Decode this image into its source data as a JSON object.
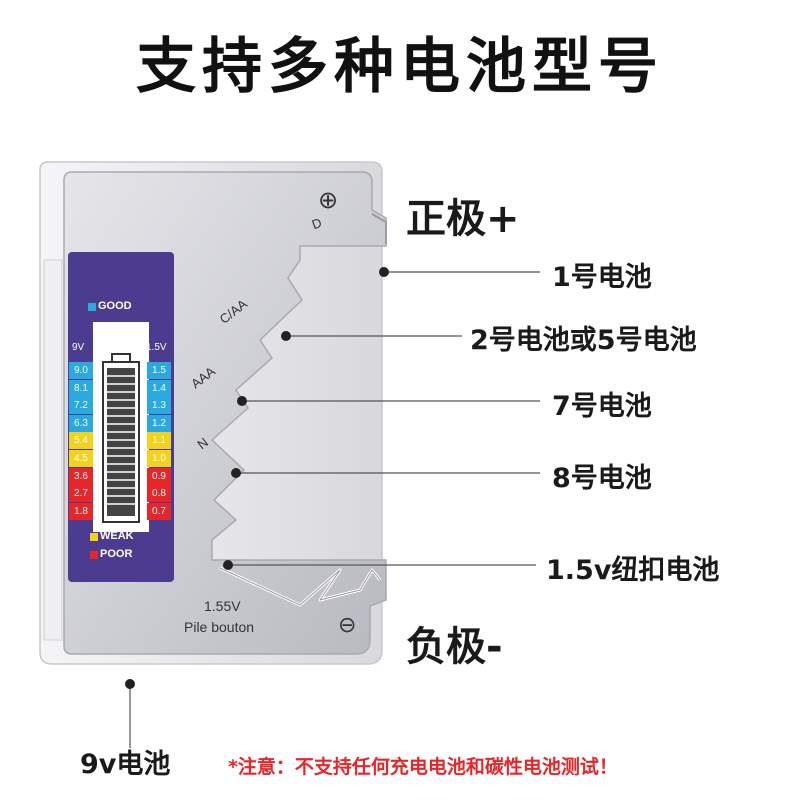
{
  "title": "支持多种电池型号",
  "device": {
    "panel": {
      "good": "GOOD",
      "weak": "WEAK",
      "poor": "POOR",
      "left_header": "9V",
      "right_header": "1.5V",
      "left_scale": [
        "9.0",
        "8.1",
        "7.2",
        "6.3",
        "5.4",
        "4.5",
        "3.6",
        "2.7",
        "1.8"
      ],
      "right_scale": [
        "1.5",
        "1.4",
        "1.3",
        "1.2",
        "1.1",
        "1.0",
        "0.9",
        "0.8",
        "0.7"
      ],
      "scale_colors": [
        "#29a9e0",
        "#29a9e0",
        "#29a9e0",
        "#29a9e0",
        "#f2d21b",
        "#f2d21b",
        "#e8262a",
        "#e8262a",
        "#e8262a"
      ]
    },
    "slot_labels": {
      "d": "D",
      "caa": "C/AA",
      "aaa": "AAA",
      "n": "N"
    },
    "button_text": {
      "voltage": "1.55V",
      "name": "Pile bouton"
    },
    "plus_symbol": "⊕",
    "minus_symbol": "⊖"
  },
  "callouts": {
    "positive": "正极+",
    "negative": "负极-",
    "battery_1": "1号电池",
    "battery_2_5": "2号电池或5号电池",
    "battery_7": "7号电池",
    "battery_8": "8号电池",
    "button_cell": "1.5v纽扣电池",
    "battery_9v": "9v电池"
  },
  "warning": "*注意：不支持任何充电电池和碳性电池测试！"
}
